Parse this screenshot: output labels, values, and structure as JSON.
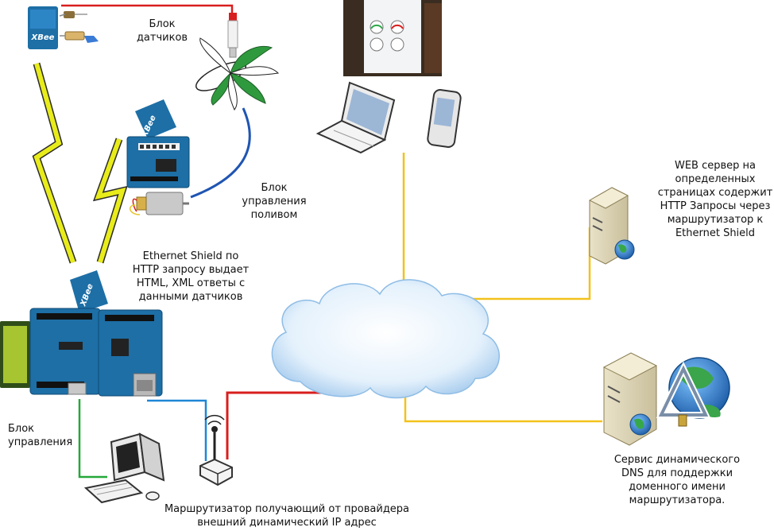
{
  "labels": {
    "sensor_block": "Блок\nдатчиков",
    "irrigation_block": "Блок\nуправления\nполивом",
    "ethernet_shield": "Ethernet Shield по\nHTTP запросу выдает\nHTML, XML ответы с\nданными датчиков",
    "control_block": "Блок\nуправления",
    "router": "Маршрутизатор получающий от провайдера\nвнешний динамический IP адрес",
    "web_server": "WEB сервер на\nопределенных\nстраницах содержит\nHTTP Запросы через\nмаршрутизатор к\nEthernet Shield",
    "dns_service": "Сервис динамического\nDNS для поддержки\nдоменного имени\nмаршрутизатора."
  },
  "device_text": {
    "xbee": "XBee"
  },
  "colors": {
    "zigzag": "#e8ec1a",
    "link_red": "#d81e1e",
    "link_yellow": "#f3c21b",
    "link_blue": "#1f86d6",
    "link_green": "#24a83a",
    "link_darkblue": "#1f55b3",
    "board_blue": "#1d6fa6",
    "cloud": "#d9ebfb",
    "lcd_green": "#a7c531"
  }
}
